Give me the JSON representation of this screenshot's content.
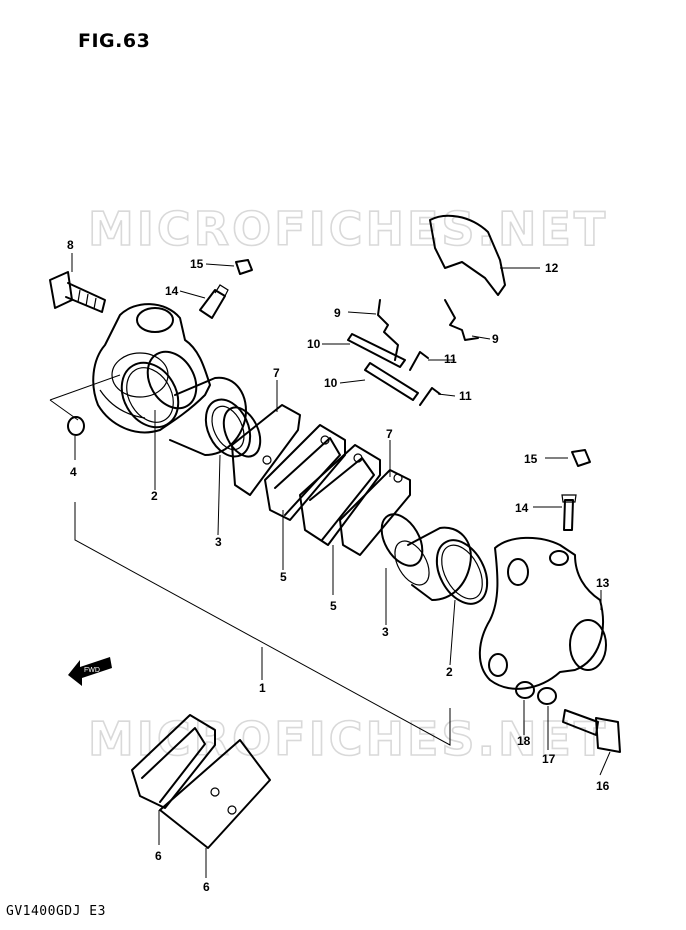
{
  "figure_title": "FIG.63",
  "model_code": "GV1400GDJ  E3",
  "watermark": "MICROFICHES.NET",
  "fwd_label": "FWD",
  "callouts": {
    "c1": "1",
    "c2a": "2",
    "c2b": "2",
    "c3a": "3",
    "c3b": "3",
    "c4": "4",
    "c5a": "5",
    "c5b": "5",
    "c6a": "6",
    "c6b": "6",
    "c7a": "7",
    "c7b": "7",
    "c8": "8",
    "c9a": "9",
    "c9b": "9",
    "c10a": "10",
    "c10b": "10",
    "c11a": "11",
    "c11b": "11",
    "c12": "12",
    "c13": "13",
    "c14a": "14",
    "c14b": "14",
    "c15a": "15",
    "c15b": "15",
    "c16": "16",
    "c17": "17",
    "c18": "18"
  }
}
